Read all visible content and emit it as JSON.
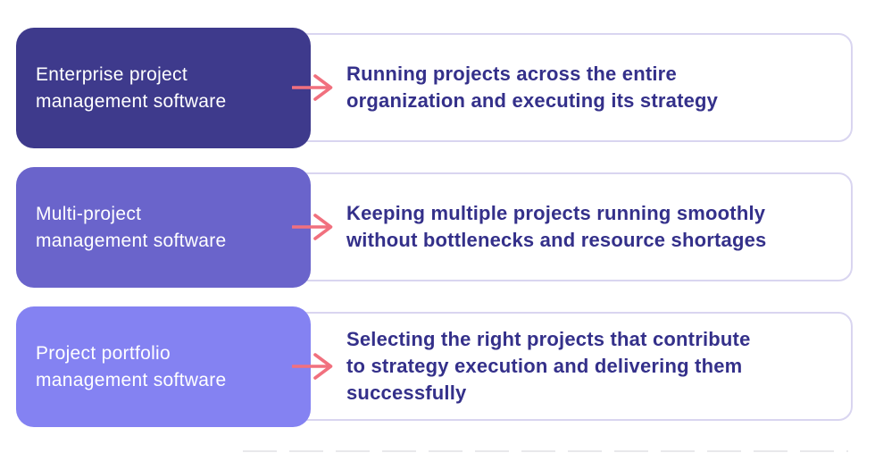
{
  "page": {
    "background": "#ffffff",
    "description": "Comparison diagram of three project management software categories and their purposes"
  },
  "colors": {
    "enterprise_box": "#3e3a8c",
    "multi_project_box": "#6a64cb",
    "portfolio_box": "#8482f2",
    "description_text": "#34308a",
    "description_border": "#d9d5f0",
    "label_text": "#ffffff",
    "arrow": "#f1707e"
  },
  "rows": [
    {
      "label_lines": [
        "Enterprise project",
        "management software"
      ],
      "description_lines": [
        "Running projects across the entire",
        "organization and executing its strategy"
      ],
      "box_color": "#3e3a8c"
    },
    {
      "label_lines": [
        "Multi-project",
        "management software"
      ],
      "description_lines": [
        "Keeping multiple projects running smoothly",
        "without bottlenecks and resource shortages"
      ],
      "box_color": "#6a64cb"
    },
    {
      "label_lines": [
        "Project portfolio",
        "management software"
      ],
      "description_lines": [
        "Selecting the right projects that contribute",
        "to strategy execution and delivering them",
        "successfully"
      ],
      "box_color": "#8482f2"
    }
  ]
}
